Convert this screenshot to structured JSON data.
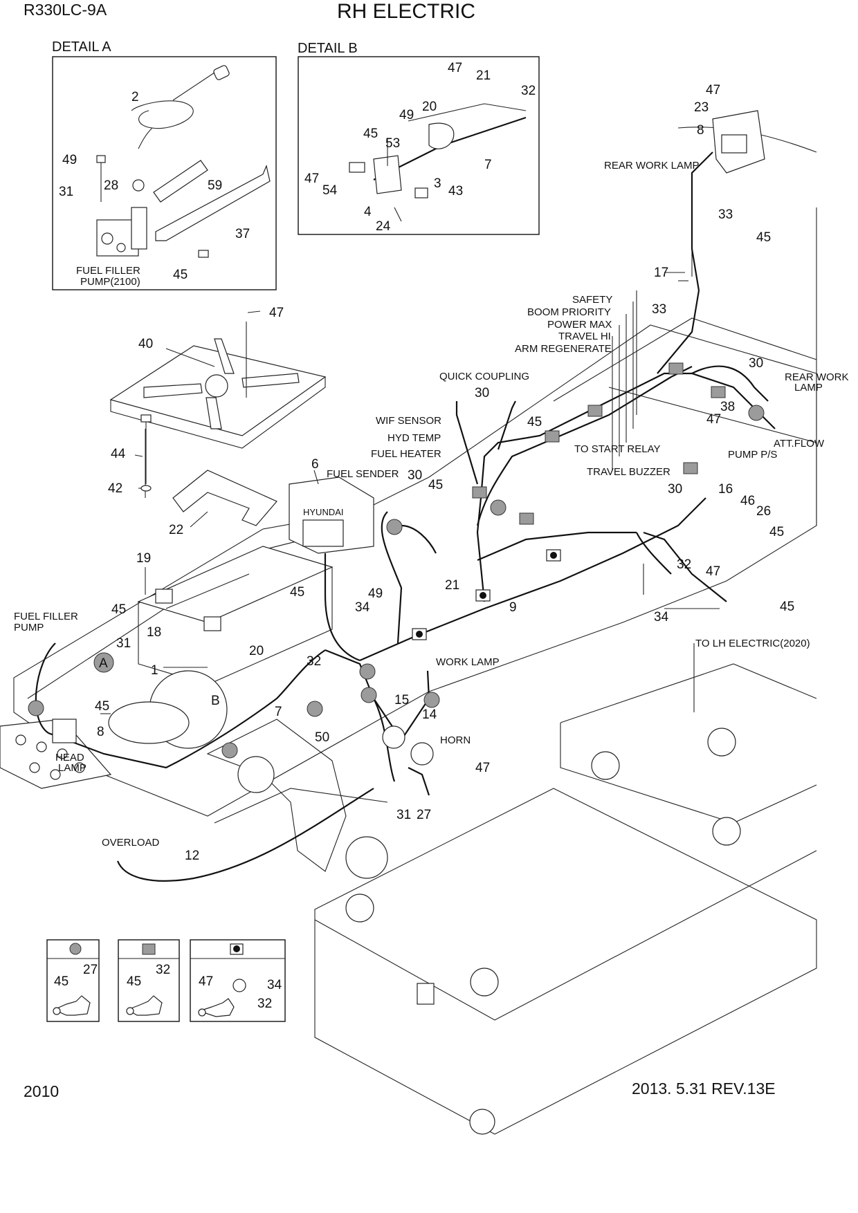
{
  "header": {
    "model": "R330LC-9A",
    "title": "RH ELECTRIC"
  },
  "footer": {
    "page": "2010",
    "date_rev": "2013. 5.31  REV.13E"
  },
  "detail_a": {
    "title": "DETAIL  A",
    "caption_line1": "FUEL FILLER",
    "caption_line2": "PUMP(2100)",
    "callouts": [
      "2",
      "49",
      "31",
      "28",
      "59",
      "37",
      "45"
    ]
  },
  "detail_b": {
    "title": "DETAIL  B",
    "callouts": [
      "47",
      "21",
      "32",
      "20",
      "49",
      "45",
      "53",
      "7",
      "47",
      "54",
      "3",
      "43",
      "4",
      "24"
    ]
  },
  "labels": {
    "rear_work_lamp_top": "REAR WORK LAMP",
    "safety": "SAFETY",
    "boom_priority": "BOOM PRIORITY",
    "power_max": "POWER MAX",
    "travel_hi": "TRAVEL HI",
    "arm_regenerate": "ARM REGENERATE",
    "quick_coupling": "QUICK COUPLING",
    "wif_sensor": "WIF SENSOR",
    "hyd_temp": "HYD TEMP",
    "fuel_heater": "FUEL HEATER",
    "fuel_sender": "FUEL SENDER",
    "to_start_relay": "TO START RELAY",
    "travel_buzzer": "TRAVEL BUZZER",
    "rear_work_lamp_right_1": "REAR WORK",
    "rear_work_lamp_right_2": "LAMP",
    "att_flow_1": "ATT.FLOW",
    "att_flow_2": "PUMP P/S",
    "to_lh_electric": "TO LH ELECTRIC(2020)",
    "fuel_filler_pump_1": "FUEL FILLER",
    "fuel_filler_pump_2": "PUMP",
    "work_lamp": "WORK LAMP",
    "horn": "HORN",
    "head_lamp_1": "HEAD",
    "head_lamp_2": "LAMP",
    "overload": "OVERLOAD",
    "circle_a": "A",
    "letter_b": "B",
    "hyundai": "HYUNDAI"
  },
  "callouts": {
    "c47a": "47",
    "c23": "23",
    "c8a": "8",
    "c33a": "33",
    "c45a": "45",
    "c17": "17",
    "c33b": "33",
    "c30a": "30",
    "c38": "38",
    "c47b": "47",
    "c30b": "30",
    "c45b": "45",
    "c30c": "30",
    "c45c": "45",
    "c16": "16",
    "c46": "46",
    "c26": "26",
    "c45d": "45",
    "c32a": "32",
    "c47c": "47",
    "c45e": "45",
    "c34a": "34",
    "c40": "40",
    "c47d": "47",
    "c44": "44",
    "c42": "42",
    "c22": "22",
    "c6": "6",
    "c30d": "30",
    "c45f": "45",
    "c19": "19",
    "c45g": "45",
    "c31a": "31",
    "c18": "18",
    "c1": "1",
    "c20": "20",
    "c49": "49",
    "c34b": "34",
    "c21": "21",
    "c9": "9",
    "c32b": "32",
    "c7": "7",
    "c45h": "45",
    "c8b": "8",
    "c15": "15",
    "c14": "14",
    "c50": "50",
    "c47e": "47",
    "c31b": "31",
    "c27": "27",
    "c12": "12"
  },
  "legend": [
    {
      "symbol": "grey-circle",
      "parts": [
        "45",
        "27"
      ]
    },
    {
      "symbol": "grey-square",
      "parts": [
        "45",
        "32"
      ]
    },
    {
      "symbol": "black-dot-square",
      "parts": [
        "47",
        "34",
        "32"
      ]
    }
  ]
}
